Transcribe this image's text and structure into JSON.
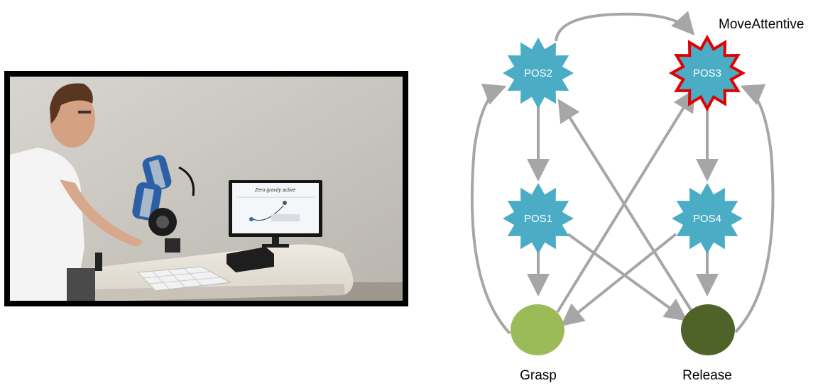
{
  "photo": {
    "monitor_text": "Zero gravity active"
  },
  "diagram": {
    "nodes": {
      "pos2": "POS2",
      "pos3": "POS3",
      "pos1": "POS1",
      "pos4": "POS4",
      "grasp": "Grasp",
      "release": "Release"
    },
    "annotation": "MoveAttentive",
    "colors": {
      "state_fill": "#4BACC6",
      "highlight_outline": "#E00000",
      "grasp_fill": "#9BBB59",
      "release_fill": "#4F6228",
      "edge": "#A6A6A6"
    }
  }
}
